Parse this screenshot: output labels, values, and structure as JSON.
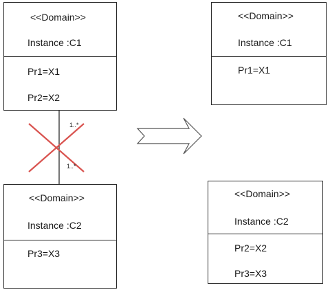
{
  "colors": {
    "cross": "#d9534f",
    "stroke": "#2b2b2b",
    "arrow": "#555555"
  },
  "left_top": {
    "stereotype": "<<Domain>>",
    "instance": "Instance :C1",
    "attrs": [
      "Pr1=X1",
      "Pr2=X2"
    ]
  },
  "left_bottom": {
    "stereotype": "<<Domain>>",
    "instance": "Instance :C2",
    "attrs": [
      "Pr3=X3"
    ]
  },
  "association": {
    "mult_top": "1..*",
    "mult_bottom": "1..*",
    "removed": true
  },
  "right_top": {
    "stereotype": "<<Domain>>",
    "instance": "Instance :C1",
    "attrs": [
      "Pr1=X1"
    ]
  },
  "right_bottom": {
    "stereotype": "<<Domain>>",
    "instance": "Instance :C2",
    "attrs": [
      "Pr2=X2",
      "Pr3=X3"
    ]
  },
  "transform_arrow": {
    "icon": "hollow-right-arrow-icon"
  }
}
